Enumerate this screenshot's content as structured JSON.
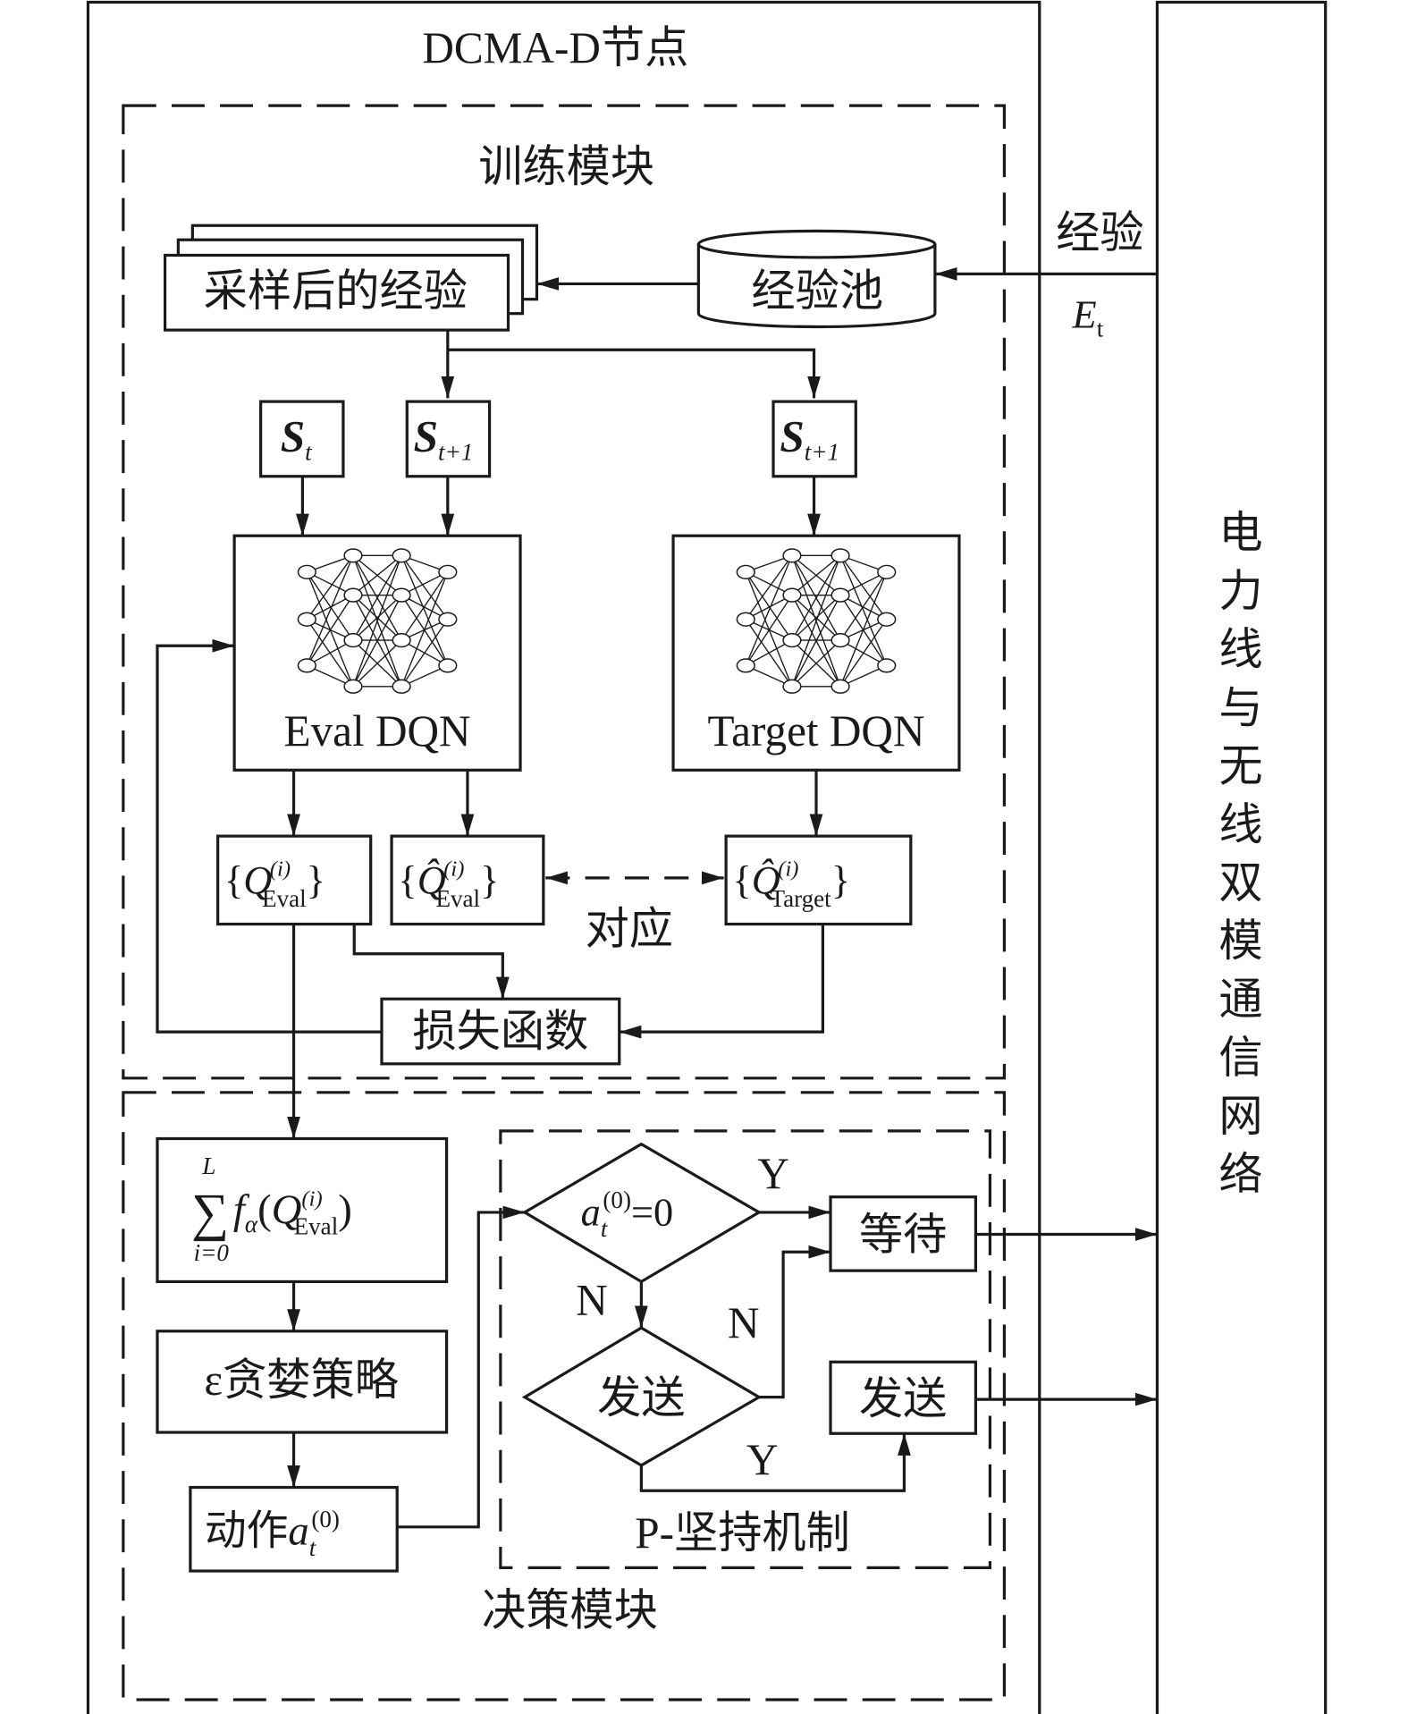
{
  "node_title": "DCMA-D节点",
  "network_label": [
    "电",
    "力",
    "线",
    "与",
    "无",
    "线",
    "双",
    "模",
    "通",
    "信",
    "网",
    "络"
  ],
  "experience_in": {
    "label": "经验",
    "symbol": "E",
    "subscript": "t"
  },
  "training": {
    "title": "训练模块",
    "sampled": "采样后的经验",
    "pool": "经验池",
    "state_t": {
      "symbol": "S",
      "sub": "t"
    },
    "state_t1": {
      "symbol": "S",
      "sub": "t+1"
    },
    "eval_dqn": "Eval DQN",
    "target_dqn": "Target DQN",
    "q_eval": {
      "symbol": "Q",
      "sup": "(i)",
      "sub": "Eval"
    },
    "q_hat_eval": {
      "symbol": "Q̂",
      "sup": "(i)",
      "sub": "Eval"
    },
    "q_hat_target": {
      "symbol": "Q̂",
      "sup": "(i)",
      "sub": "Target"
    },
    "correspond": "对应",
    "loss": "损失函数"
  },
  "decision": {
    "title": "决策模块",
    "sum": {
      "upper": "L",
      "lower": "i=0",
      "f": "f",
      "alpha": "α",
      "q": "Q",
      "sup": "(i)",
      "sub": "Eval"
    },
    "greedy": "ε贪婪策略",
    "action": {
      "prefix": "动作",
      "a": "a",
      "sub": "t",
      "sup": "(0)"
    },
    "persist": {
      "title": "P-坚持机制",
      "cond": {
        "a": "a",
        "sub": "t",
        "sup": "(0)",
        "rest": "=0"
      },
      "send_decision": "发送",
      "wait": "等待",
      "send": "发送",
      "yes": "Y",
      "no": "N"
    }
  }
}
